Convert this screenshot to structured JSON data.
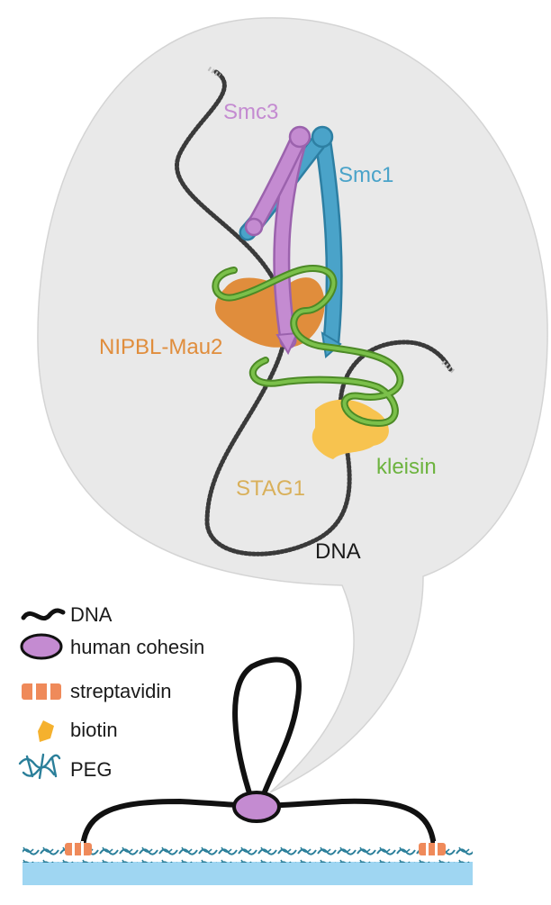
{
  "labels": {
    "smc3": "Smc3",
    "smc1": "Smc1",
    "nipbl": "NIPBL-Mau2",
    "stag1": "STAG1",
    "kleisin": "kleisin",
    "dna": "DNA"
  },
  "legend": [
    {
      "icon": "dna-icon",
      "label": "DNA"
    },
    {
      "icon": "human-cohesin-icon",
      "label": "human cohesin"
    },
    {
      "icon": "streptavidin-icon",
      "label": "streptavidin"
    },
    {
      "icon": "biotin-icon",
      "label": "biotin"
    },
    {
      "icon": "peg-icon",
      "label": "PEG"
    }
  ],
  "colors": {
    "smc3": "#c48bd1",
    "smc1": "#4aa3c9",
    "nipbl": "#e08d3c",
    "stag1": "#f7c34f",
    "kleisin": "#6db33f",
    "dna": "#333333",
    "cohesin": "#c48bd1",
    "streptavidin": "#ef8a5a",
    "biotin": "#f5b12e",
    "peg": "#2b7f9a",
    "surface": "#9fd6f2",
    "bubble": "#e9e9e9"
  }
}
